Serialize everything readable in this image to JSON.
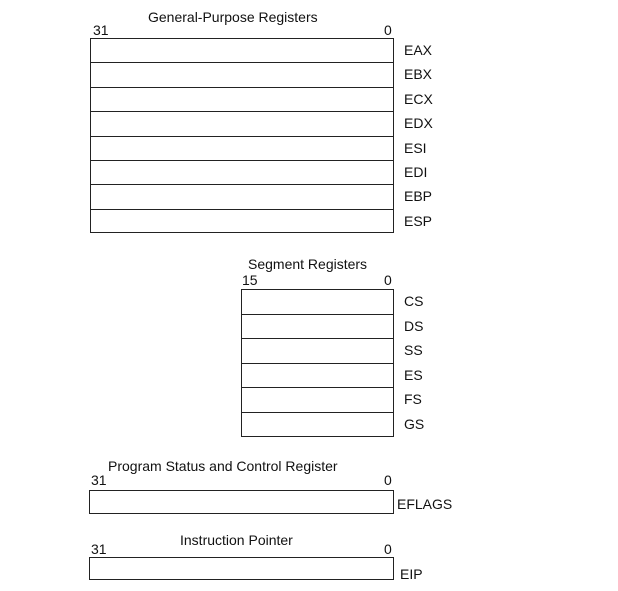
{
  "general_purpose": {
    "title": "General-Purpose Registers",
    "msb": "31",
    "lsb": "0",
    "registers": [
      "EAX",
      "EBX",
      "ECX",
      "EDX",
      "ESI",
      "EDI",
      "EBP",
      "ESP"
    ]
  },
  "segment": {
    "title": "Segment Registers",
    "msb": "15",
    "lsb": "0",
    "registers": [
      "CS",
      "DS",
      "SS",
      "ES",
      "FS",
      "GS"
    ]
  },
  "status": {
    "title": "Program Status and Control Register",
    "msb": "31",
    "lsb": "0",
    "register": "EFLAGS"
  },
  "ip": {
    "title": "Instruction Pointer",
    "msb": "31",
    "lsb": "0",
    "register": "EIP"
  }
}
